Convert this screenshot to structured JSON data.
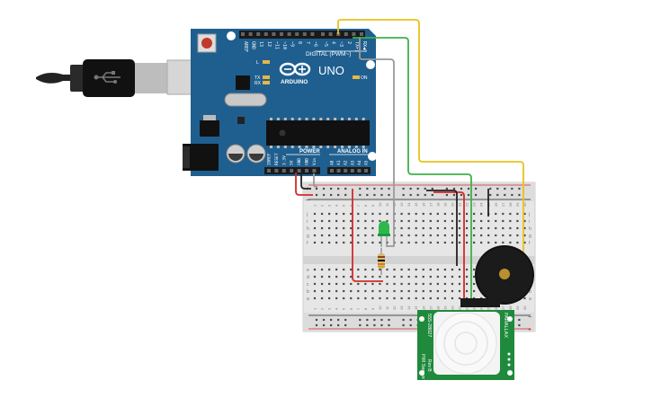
{
  "canvas": {
    "background": "#ffffff"
  },
  "arduino": {
    "logo_text": "ARDUINO",
    "model_text": "UNO",
    "digital_label": "DIGITAL (PWM~)",
    "power_label": "POWER",
    "analog_label": "ANALOG IN",
    "on_label": "ON",
    "led_labels": [
      "L",
      "TX",
      "RX"
    ],
    "top_pins": [
      "AREF",
      "GND",
      "13",
      "12",
      "~11",
      "~10",
      "~9",
      "8",
      "7",
      "~6",
      "~5",
      "4",
      "~3",
      "2",
      "TX➤1",
      "RX◀0"
    ],
    "power_pins": [
      "IOREF",
      "RESET",
      "3.3V",
      "5V",
      "GND",
      "GND",
      "Vin"
    ],
    "analog_pins": [
      "A0",
      "A1",
      "A2",
      "A3",
      "A4",
      "A5"
    ],
    "board_color": "#1f5f8f"
  },
  "usb_cable": {
    "icon": "usb-icon"
  },
  "breadboard": {
    "row_letters_top": [
      "j",
      "i",
      "h",
      "g",
      "f"
    ],
    "row_letters_bottom": [
      "e",
      "d",
      "c",
      "b",
      "a"
    ],
    "rail_plus": "+",
    "rail_minus": "−",
    "column_numbers": [
      "1",
      "2",
      "3",
      "4",
      "5",
      "6",
      "7",
      "8",
      "9",
      "10",
      "11",
      "12",
      "13",
      "14",
      "15",
      "16",
      "17",
      "18",
      "19",
      "20",
      "21",
      "22",
      "23",
      "24",
      "25",
      "26",
      "27",
      "28",
      "29",
      "30"
    ]
  },
  "pir_sensor": {
    "label_top": "555-28027",
    "label_side_left": "PIR Sensor",
    "label_side_left_2": "Rev B",
    "label_side_right": "PARALLAX",
    "board_color": "#1f8a3c"
  },
  "buzzer": {
    "name": "piezo-buzzer"
  },
  "led": {
    "color": "#2db84a"
  },
  "resistor": {
    "name": "resistor"
  },
  "wires": {
    "colors": {
      "yellow": "#e8c21a",
      "green": "#3fb04a",
      "gray": "#9a9a9a",
      "red": "#d42a2a",
      "black": "#222222"
    }
  }
}
